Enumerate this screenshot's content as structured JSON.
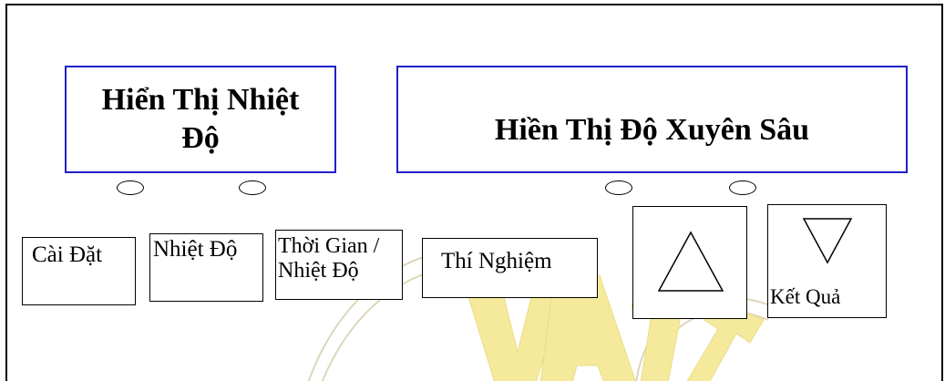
{
  "displays": {
    "temperature": "Hiển Thị Nhiệt Độ",
    "penetration_depth": "Hiền Thị Độ Xuyên Sâu"
  },
  "buttons": {
    "setup": "Cài Đặt",
    "temperature": "Nhiệt Độ",
    "time_temperature_line1": "Thời Gian /",
    "time_temperature_line2": "Nhiệt Độ",
    "test": "Thí Nghiệm",
    "up_icon": "triangle-up-icon",
    "down_icon": "triangle-down-icon",
    "result": "Kết Quả"
  },
  "indicators": {
    "temperature_display_leds": 2,
    "depth_display_leds": 2
  },
  "colors": {
    "display_border": "#2020c8",
    "watermark": "#f5ea9c",
    "outline": "#000000"
  }
}
